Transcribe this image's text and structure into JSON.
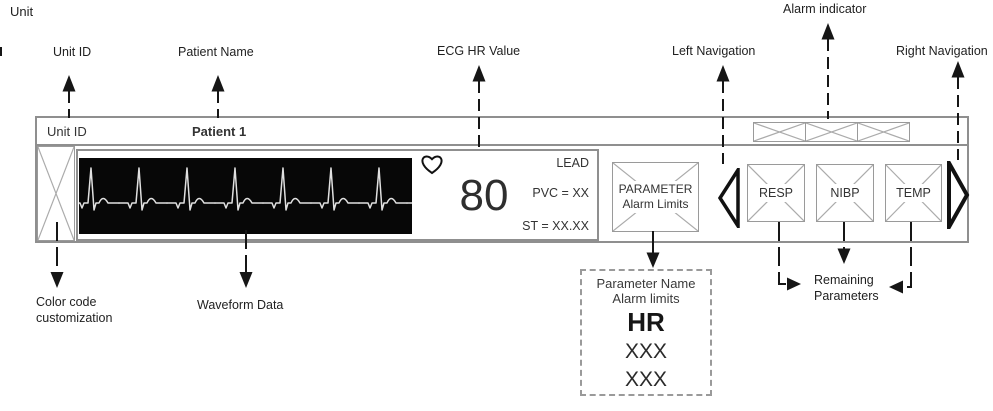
{
  "page": {
    "corner_text": "Unit"
  },
  "callouts": {
    "unit_id": "Unit ID",
    "patient_name": "Patient Name",
    "ecg_hr_value": "ECG HR Value",
    "left_navigation": "Left Navigation",
    "alarm_indicator": "Alarm indicator",
    "right_navigation": "Right Navigation",
    "color_code_line1": "Color code",
    "color_code_line2": "customization",
    "waveform_data": "Waveform Data",
    "remaining_line1": "Remaining",
    "remaining_line2": "Parameters"
  },
  "monitor": {
    "header": {
      "unit_id": "Unit ID",
      "patient_name": "Patient 1"
    },
    "ecg": {
      "hr_value": "80",
      "lead": "LEAD",
      "pvc": "PVC = XX",
      "st": "ST = XX.XX"
    },
    "parameter_button": {
      "line1": "PARAMETER",
      "line2": "Alarm Limits"
    },
    "parameters": [
      {
        "label": "RESP"
      },
      {
        "label": "NIBP"
      },
      {
        "label": "TEMP"
      }
    ]
  },
  "popup": {
    "line1": "Parameter Name",
    "line2": "Alarm limits",
    "name": "HR",
    "limits": [
      "XXX",
      "XXX"
    ]
  },
  "icons": {
    "heart": "heart-icon",
    "left_nav": "left-navigation-arrow-icon",
    "right_nav": "right-navigation-arrow-icon",
    "alarm_boxes": "alarm-indicator-crossed-boxes",
    "color_box": "color-code-crossed-box"
  },
  "colors": {
    "waveform_bg": "#070707",
    "waveform_trace": "#e0e0e0",
    "box_border": "#9a9a9a",
    "frame_border": "#8f8f8f",
    "annotation": "#161616"
  }
}
